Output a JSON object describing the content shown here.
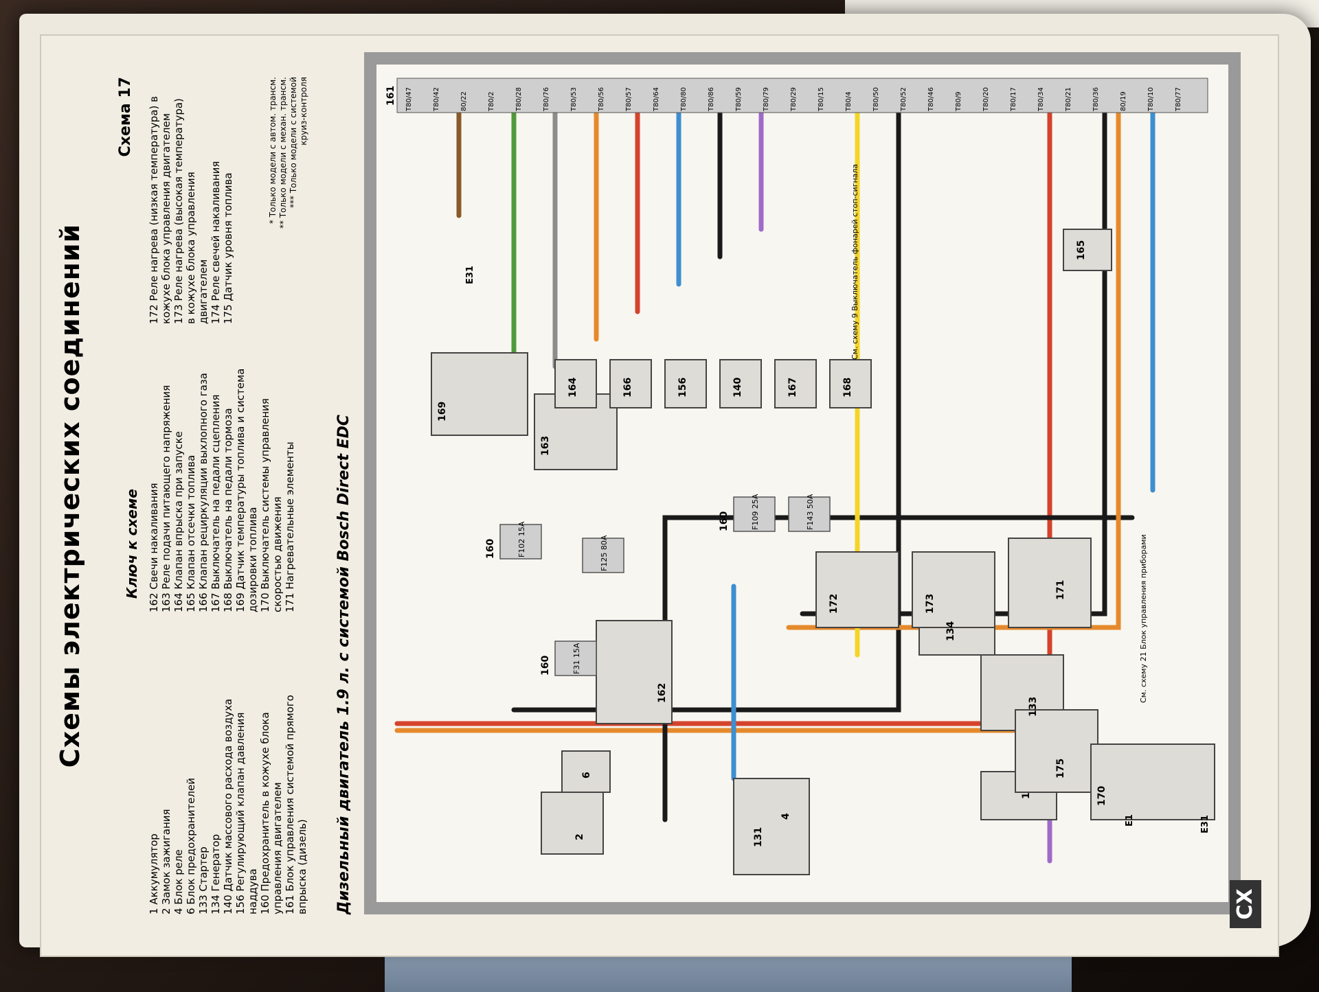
{
  "title": "Схемы электрических соединений",
  "schema_label": "Схема 17",
  "key_heading": "Ключ к схеме",
  "caption": "Дизельный двигатель 1.9 л. с системой Bosch Direct EDC",
  "key_col1": [
    "1 Аккумулятор",
    "2 Замок зажигания",
    "4 Блок реле",
    "6 Блок предохранителей",
    "133 Стартер",
    "134 Генератор",
    "140 Датчик массового расхода воздуха",
    "156 Регулирующий клапан давления",
    "наддува",
    "160 Предохранитель в кожухе блока",
    "управления двигателем",
    "161 Блок управления системой прямого",
    "впрыска (дизель)"
  ],
  "key_col2": [
    "162 Свечи накаливания",
    "163 Реле подачи питающего напряжения",
    "164 Клапан впрыска при запуске",
    "165 Клапан отсечки топлива",
    "166 Клапан рециркуляции выхлопного газа",
    "167 Выключатель на педали сцепления",
    "168 Выключатель на педали тормоза",
    "169 Датчик температуры топлива и система",
    "дозировки топлива",
    "170 Выключатель системы управления",
    "скоростью движения",
    "171 Нагревательные элементы"
  ],
  "key_col3": [
    "172 Реле нагрева (низкая температура) в",
    "кожухе блока управления двигателем",
    "173 Реле нагрева (высокая температура)",
    "в кожухе блока управления",
    "двигателем",
    "174 Реле свечей накаливания",
    "175 Датчик уровня топлива"
  ],
  "notes": [
    "* Только модели с автом. трансм.",
    "** Только модели с механ. трансм.",
    "*** Только модели с системой",
    "круиз-контроля"
  ],
  "tab_label": "CX",
  "components": {
    "c1": "1",
    "c2": "2",
    "c4": "4",
    "c6": "6",
    "c131": "131",
    "c133": "133",
    "c134": "134",
    "c160a": "160",
    "c160b": "160",
    "c160c": "160",
    "c161": "161",
    "c162": "162",
    "c163": "163",
    "c164": "164",
    "c165": "165",
    "c166": "166",
    "c167": "167",
    "c168": "168",
    "c169": "169",
    "c170": "170",
    "c171": "171",
    "c172": "172",
    "c173": "173",
    "c175": "175",
    "c140": "140",
    "c156": "156"
  },
  "fuses": {
    "f31": "F31 15A",
    "f125": "F125 80A",
    "f109": "F109 25A",
    "f143": "F143 50A",
    "f102": "F102 15A"
  },
  "grounds": {
    "e1": "E1",
    "e31a": "E31",
    "e31b": "E31"
  },
  "ref_notes": {
    "r21": "См. схему 21 Блок управления приборами",
    "r9": "См. схему 9 Выключатель фонарей стоп-сигнала"
  },
  "pins": [
    "T80/47",
    "T80/42",
    "80/22",
    "T80/2",
    "T80/28",
    "T80/76",
    "T80/53",
    "T80/56",
    "T80/57",
    "T80/64",
    "T80/80",
    "T80/86",
    "T80/59",
    "T80/79",
    "T80/29",
    "T80/15",
    "T80/4",
    "T80/50",
    "T80/52",
    "T80/46",
    "T80/9",
    "T80/20",
    "T80/17",
    "T80/34",
    "T80/21",
    "T80/36",
    "80/19",
    "T80/10",
    "T80/77"
  ],
  "colors": {
    "red": "#d4432c",
    "orange": "#e58a2c",
    "black": "#1a1a1a",
    "blue": "#3d8fd0",
    "brown": "#8a5a2b",
    "yellow": "#f3d52a",
    "green": "#4f9a3a",
    "grey": "#8c8c8c",
    "violet": "#a06ac8",
    "frame": "#9a9a9a"
  }
}
